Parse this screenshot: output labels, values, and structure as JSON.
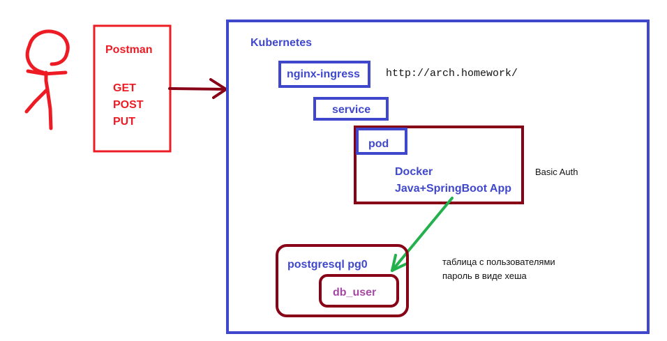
{
  "colors": {
    "red": "#ed1c24",
    "blue": "#3f48cc",
    "darkred": "#880015",
    "green": "#22b14c",
    "purple": "#a349a4",
    "black": "#111111"
  },
  "user": {
    "icon": "stick-figure-user-icon"
  },
  "postman": {
    "title": "Postman",
    "methods": [
      "GET",
      "POST",
      "PUT"
    ]
  },
  "kubernetes": {
    "title": "Kubernetes",
    "ingress": "nginx-ingress",
    "url": "http://arch.homework/",
    "service": "service",
    "pod": {
      "title": "pod",
      "line1": "Docker",
      "line2": "Java+SpringBoot App"
    },
    "auth_note": "Basic Auth",
    "postgres": {
      "title": "postgresql pg0",
      "table": "db_user"
    },
    "table_note": {
      "line1": "таблица с пользователями",
      "line2": "пароль в виде хеша"
    }
  }
}
